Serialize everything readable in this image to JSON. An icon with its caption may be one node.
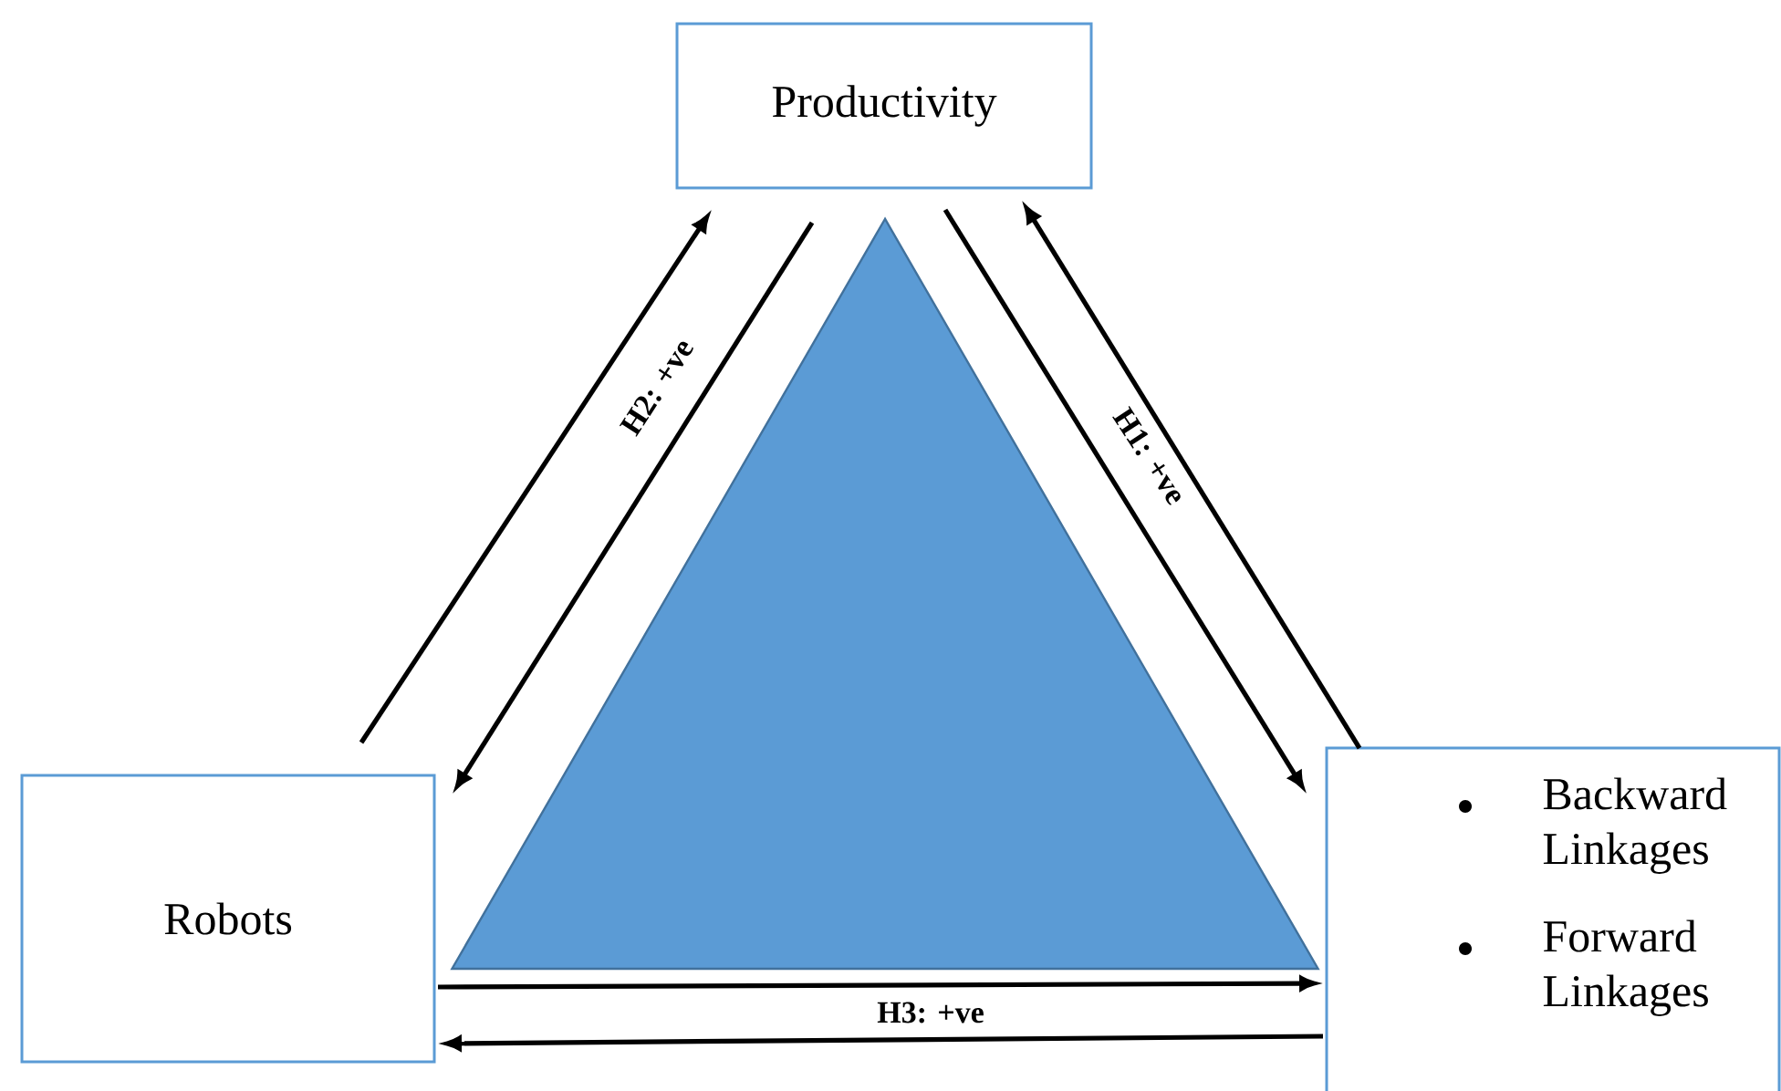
{
  "diagram": {
    "nodes": [
      {
        "text": [
          "Productivity"
        ]
      },
      {
        "text": [
          "Robots"
        ]
      },
      {
        "text": [
          "Backward Linkages",
          "Forward Linkages"
        ]
      },
      {
        "text": [],
        "shape": "triangle"
      }
    ],
    "edges": [
      {
        "from": 1,
        "to": 0,
        "arrow": "to"
      },
      {
        "from": 0,
        "to": 1,
        "arrow": "to",
        "label": "H2: +ve"
      },
      {
        "from": 0,
        "to": 2,
        "arrow": "to",
        "label": "H1: +ve"
      },
      {
        "from": 2,
        "to": 0,
        "arrow": "to"
      },
      {
        "from": 1,
        "to": 2,
        "arrow": "to"
      },
      {
        "from": 2,
        "to": 1,
        "arrow": "to",
        "label": "H3: +ve"
      }
    ]
  }
}
